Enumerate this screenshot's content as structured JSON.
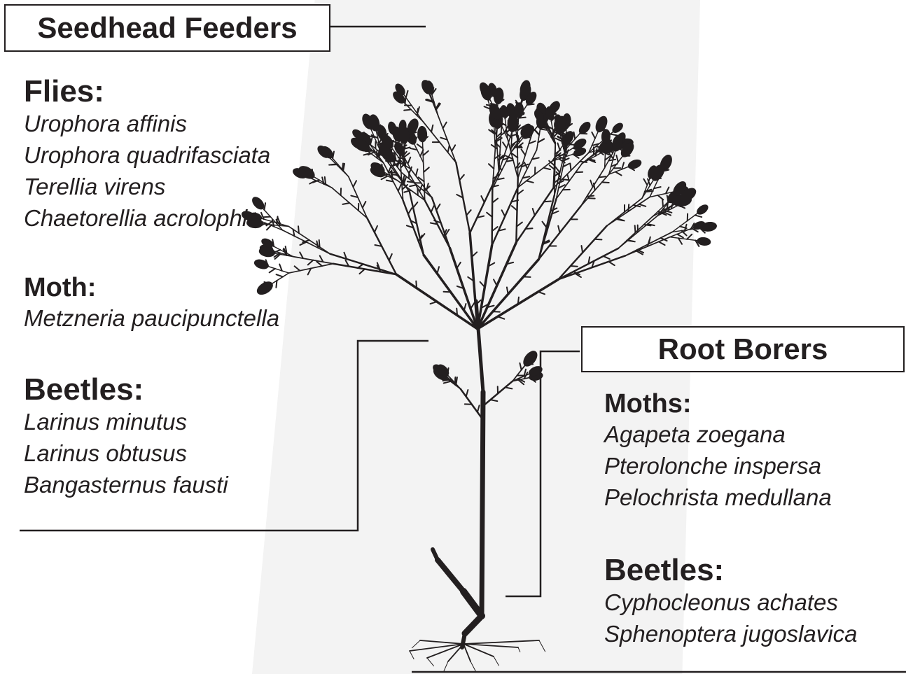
{
  "seedhead": {
    "title": "Seedhead Feeders",
    "groups": [
      {
        "heading": "Flies:",
        "species": [
          "Urophora affinis",
          "Urophora quadrifasciata",
          "Terellia virens",
          "Chaetorellia acrolophi"
        ]
      },
      {
        "heading": "Moth:",
        "species": [
          "Metzneria paucipunctella"
        ]
      },
      {
        "heading": "Beetles:",
        "species": [
          "Larinus minutus",
          "Larinus obtusus",
          "Bangasternus fausti"
        ]
      }
    ]
  },
  "root": {
    "title": "Root Borers",
    "groups": [
      {
        "heading": "Moths:",
        "species": [
          "Agapeta zoegana",
          "Pterolonche inspersa",
          "Pelochrista medullana"
        ]
      },
      {
        "heading": "Beetles:",
        "species": [
          "Cyphocleonus achates",
          "Sphenoptera jugoslavica"
        ]
      }
    ]
  },
  "colors": {
    "ink": "#231f20",
    "panel": "#f3f3f3",
    "background": "#ffffff"
  },
  "illustration": "knapweed-plant"
}
